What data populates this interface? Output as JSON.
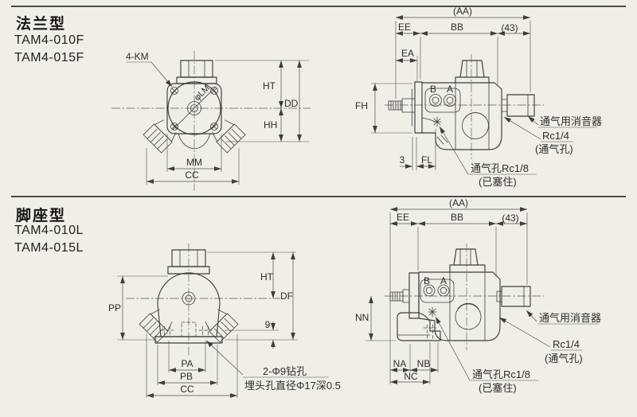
{
  "page": {
    "background": "#f1eee8",
    "ink": "#3d3d3c"
  },
  "flange": {
    "title": "法兰型",
    "model_1": "TAM4-010F",
    "model_2": "TAM4-015F",
    "front": {
      "bolt_callout": "4-KM",
      "pilot_label": "φLM",
      "dim_ht": "HT",
      "dim_dd": "DD",
      "dim_hh": "HH",
      "dim_mm": "MM",
      "dim_cc": "CC"
    },
    "side": {
      "dim_aa": "(AA)",
      "dim_ee": "EE",
      "dim_bb": "BB",
      "dim_43": "(43)",
      "dim_ea": "EA",
      "dim_fh": "FH",
      "dim_3": "3",
      "dim_fl": "FL",
      "port_b": "B",
      "port_a": "A",
      "silencer_note": "通气用消音器",
      "vent_size": "Rc1/4",
      "vent_size_sub": "(通气孔)",
      "vent_plug": "通气孔Rc1/8",
      "vent_plug_sub": "(已塞住)"
    }
  },
  "foot": {
    "title": "脚座型",
    "model_1": "TAM4-010L",
    "model_2": "TAM4-015L",
    "front": {
      "dim_ht": "HT",
      "dim_df": "DF",
      "dim_pp": "PP",
      "dim_9": "9",
      "dim_pa": "PA",
      "dim_pb": "PB",
      "dim_cc": "CC",
      "drill_note": "2-Φ9钻孔",
      "counterbore_note": "埋头孔直径Φ17深0.5"
    },
    "side": {
      "dim_aa": "(AA)",
      "dim_ee": "EE",
      "dim_bb": "BB",
      "dim_43": "(43)",
      "dim_nn": "NN",
      "dim_na": "NA",
      "dim_nb": "NB",
      "dim_nc": "NC",
      "port_b": "B",
      "port_a": "A",
      "silencer_note": "通气用消音器",
      "vent_size": "Rc1/4",
      "vent_size_sub": "(通气孔)",
      "vent_plug": "通气孔Rc1/8",
      "vent_plug_sub": "(已塞住)"
    }
  }
}
